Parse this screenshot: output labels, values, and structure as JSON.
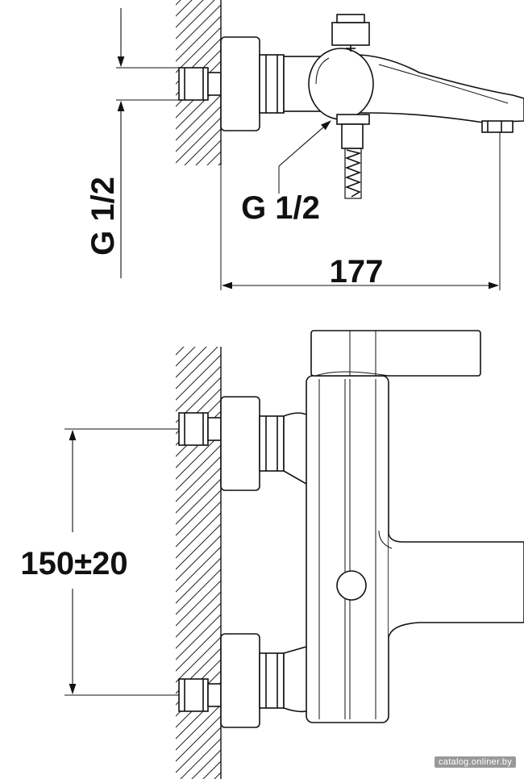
{
  "dimensions": {
    "top_vertical_thread": "G 1/2",
    "top_outlet_thread": "G 1/2",
    "width": "177",
    "inlet_spacing": "150±20"
  },
  "watermark": "catalog.onliner.by",
  "colors": {
    "line": "#111111",
    "background": "#ffffff"
  }
}
